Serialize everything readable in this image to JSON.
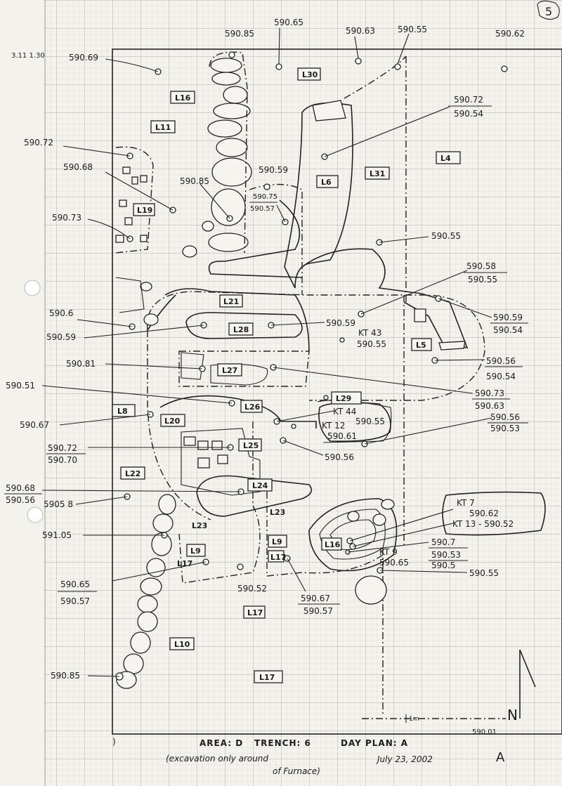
{
  "page_number": "5",
  "margin_note": "3.11\n1.30",
  "loci": [
    "L30",
    "L16",
    "L11",
    "L4",
    "L31",
    "L6",
    "L19",
    "L21",
    "L28",
    "L5",
    "L27",
    "L26",
    "L29",
    "L8",
    "L20",
    "L25",
    "L22",
    "L24",
    "L23",
    "L23",
    "L9",
    "L9",
    "L17",
    "L16",
    "L17",
    "L17",
    "L10",
    "L17"
  ],
  "elevations": {
    "e_59085_top": "590.85",
    "e_59065": "590.65",
    "e_59063": "590.63",
    "e_59055_top": "590.55",
    "e_59062": "590.62",
    "e_59069": "590.69",
    "e_59072_l11": "590.72",
    "e_59068": "590.68",
    "e_59073": "590.73",
    "e_59072_l6": "590.72",
    "e_59054_l6": "590.54",
    "e_59059_mid": "590.59",
    "e_59085_mid": "590.85",
    "e_59075": "590.75",
    "e_59057_mid": "590.57",
    "e_59055_r": "590.55",
    "e_59058": "590.58",
    "e_59055_r2": "590.55",
    "e_5906": "590.6",
    "e_59059_left": "590.59",
    "e_59059_l28": "590.59",
    "kt43": "KT 43",
    "kt43_val": "590.55",
    "e_59059_r": "590.59",
    "e_59054_r": "590.54",
    "e_59081": "590.81",
    "e_59056_r": "590.56",
    "e_59054_r2": "590.54",
    "e_59051": "590.51",
    "e_59073_r": "590.73",
    "e_59063_r": "590.63",
    "e_59067": "590.67",
    "kt44": "KT 44",
    "kt44_val": "590.55",
    "kt12": "KT 12",
    "kt12_val": "590.61",
    "e_59056_r3": "590.56",
    "e_59053_r": "590.53",
    "e_59072_l25": "590.72",
    "e_59070": "590.70",
    "e_59056_c": "590.56",
    "e_59068_l": "590.68",
    "e_59056_l": "590.56",
    "e_5905_8": "5905 8",
    "kt7": "KT 7",
    "kt7_val": "590.62",
    "kt13": "KT 13 - 590.52",
    "e_59105": "591.05",
    "e_5907": "590.7",
    "e_59053_k": "590.53",
    "e_5905": "590.5",
    "kt9": "KT 9",
    "kt9_val": "590.65",
    "e_59055_bot": "590.55",
    "e_59065_b": "590.65",
    "e_59057_b": "590.57",
    "e_59052": "590.52",
    "e_59067_b": "590.67",
    "e_59057_c": "590.57",
    "e_59085_bot": "590.85"
  },
  "north_arrow_label": "N",
  "scale_label": "1m",
  "grid_ref": "590.01",
  "footer": {
    "area": "AREA: D",
    "trench": "TRENCH: 6",
    "plan": "DAY PLAN: A",
    "note_line1": "(excavation only around",
    "note_line2": "of Furnace)",
    "date": "July 23, 2002",
    "corner_letter": "A"
  }
}
